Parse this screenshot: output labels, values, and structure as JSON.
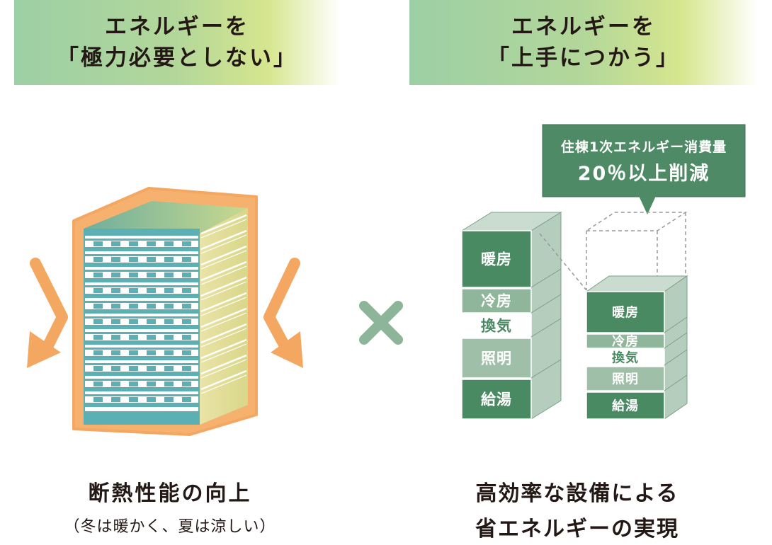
{
  "left_panel": {
    "banner_line1": "エネルギーを",
    "banner_line2": "「極力必要としない」",
    "caption_main": "断熱性能の向上",
    "caption_sub": "（冬は暖かく、夏は涼しい）"
  },
  "right_panel": {
    "banner_line1": "エネルギーを",
    "banner_line2": "「上手につかう」",
    "caption_line1": "高効率な設備による",
    "caption_line2": "省エネルギーの実現"
  },
  "multiply_symbol": "×",
  "callout": {
    "line1": "住棟1次エネルギー消費量",
    "line2": "20％以上削減"
  },
  "stack_before": [
    "暖房",
    "冷房",
    "換気",
    "照明",
    "給湯"
  ],
  "stack_after": [
    "暖房",
    "冷房",
    "換気",
    "照明",
    "給湯"
  ],
  "colors": {
    "banner_green": "#9ccfa5",
    "banner_yellow": "#d6e68e",
    "dark_green": "#4a8a63",
    "mid_green": "#8fb59a",
    "light_green": "#b9d2bf",
    "teal": "#5fb3b5",
    "orange": "#f4a760"
  }
}
